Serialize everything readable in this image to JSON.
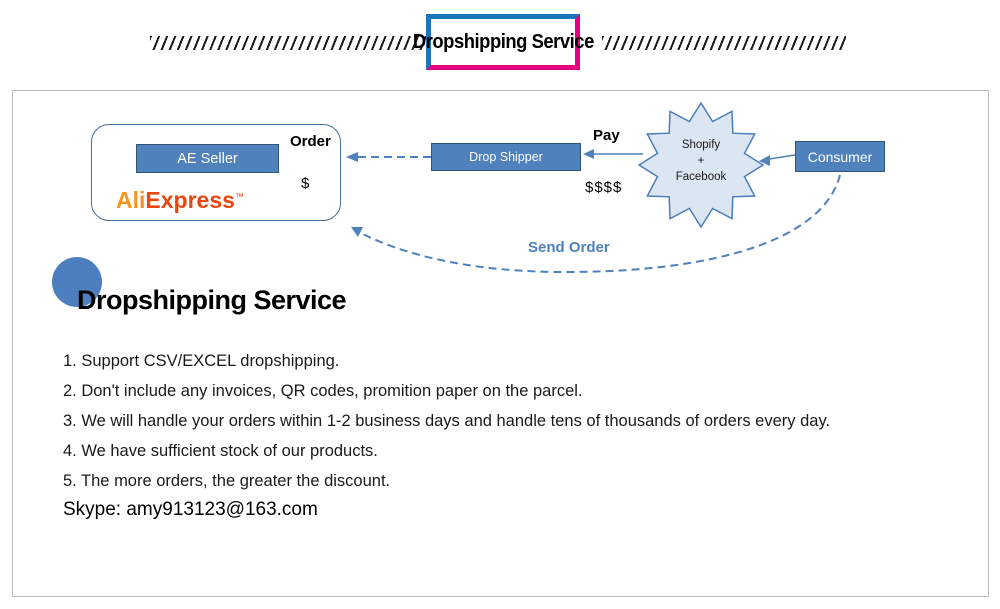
{
  "banner": {
    "title": "Dropshipping Service",
    "colors": {
      "bracket_blue": "#1b75bb",
      "bracket_pink": "#e5007d"
    }
  },
  "diagram": {
    "ae_seller_label": "AE Seller",
    "aliexpress": {
      "ali": "Ali",
      "express": "Express",
      "tm": "™"
    },
    "order_label": "Order",
    "dollar_label": "$",
    "drop_shipper_label": "Drop Shipper",
    "pay_label": "Pay",
    "dollars_label": "$$$$",
    "star": {
      "line1": "Shopify",
      "line2": "+",
      "line3": "Facebook"
    },
    "consumer_label": "Consumer",
    "send_order_label": "Send Order",
    "colors": {
      "box_fill": "#4f81bd",
      "box_border": "#2f5578",
      "line_blue": "#4f81bd",
      "star_fill": "#dce6f2",
      "star_stroke": "#4a7ebb",
      "aliexpress_orange": "#f7941d",
      "aliexpress_red": "#e8470f",
      "circle_blue": "#4d7fc0"
    }
  },
  "content": {
    "heading": "Dropshipping Service",
    "items": [
      "1. Support CSV/EXCEL dropshipping.",
      "2. Don't include any invoices, QR codes, promition paper on the parcel.",
      "3. We will handle your orders within 1-2 business days and handle tens of thousands of orders every day.",
      "4. We have sufficient stock of our products.",
      "5. The more orders, the greater the discount."
    ],
    "skype": "Skype: amy913123@163.com"
  }
}
